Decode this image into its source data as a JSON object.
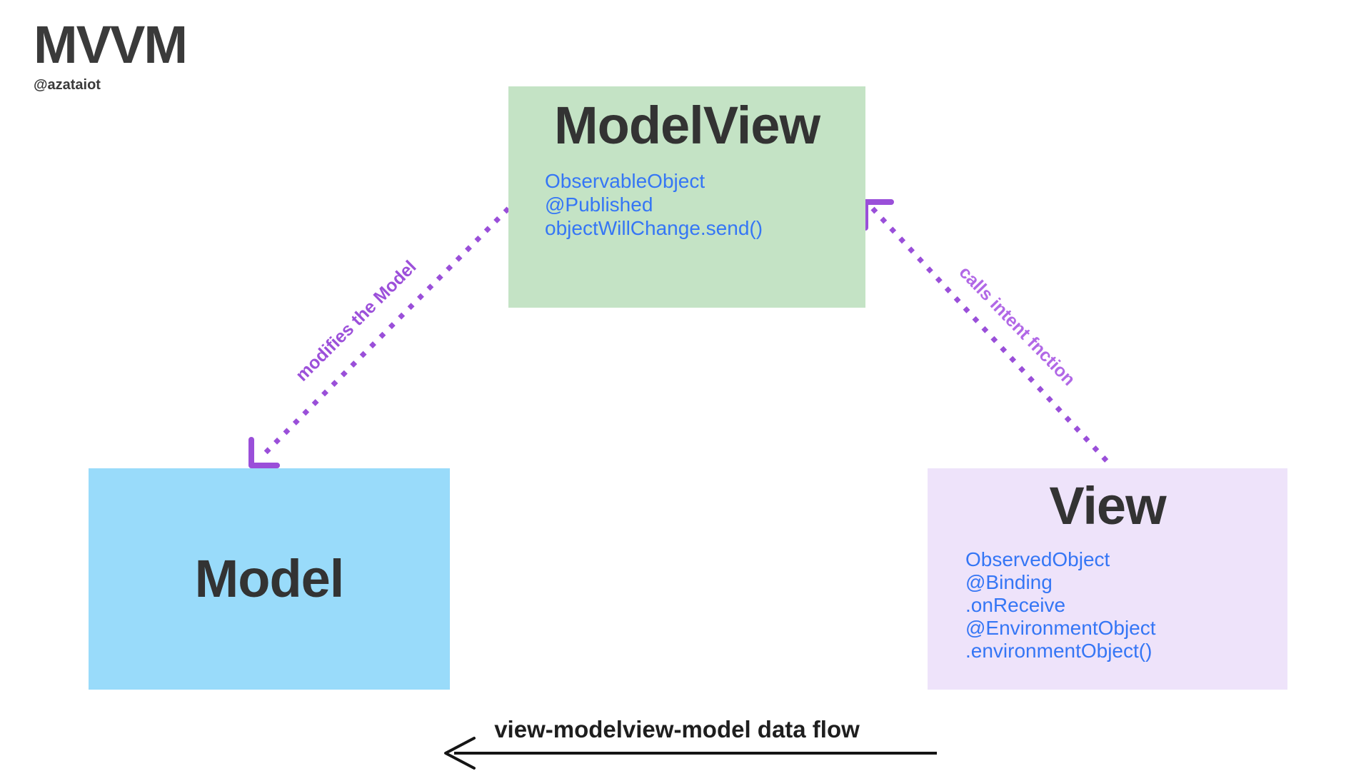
{
  "header": {
    "title": "MVVM",
    "handle": "@azataiot"
  },
  "nodes": {
    "modelview": {
      "title": "ModelView",
      "items": [
        "ObservableObject",
        "@Published",
        "objectWillChange.send()"
      ]
    },
    "model": {
      "title": "Model"
    },
    "view": {
      "title": "View",
      "items": [
        "ObservedObject",
        "@Binding",
        ".onReceive",
        "@EnvironmentObject",
        ".environmentObject()"
      ]
    }
  },
  "edges": {
    "modifies_label": "modifies the Model",
    "calls_label": "calls intent fnction",
    "flow_label": "view-modelview-model data flow"
  },
  "colors": {
    "page_bg": "#ffffff",
    "heading": "#3a3a3a",
    "node_title": "#333333",
    "modelview_bg": "#c4e3c5",
    "model_bg": "#99dbfa",
    "view_bg": "#eee3fa",
    "code_text": "#3576f5",
    "arrow_purple": "#9a4fd9",
    "label_modifies": "#9c50da",
    "label_calls": "#b168e6",
    "flow_arrow": "#151515",
    "flow_label": "#1e1e1e"
  }
}
